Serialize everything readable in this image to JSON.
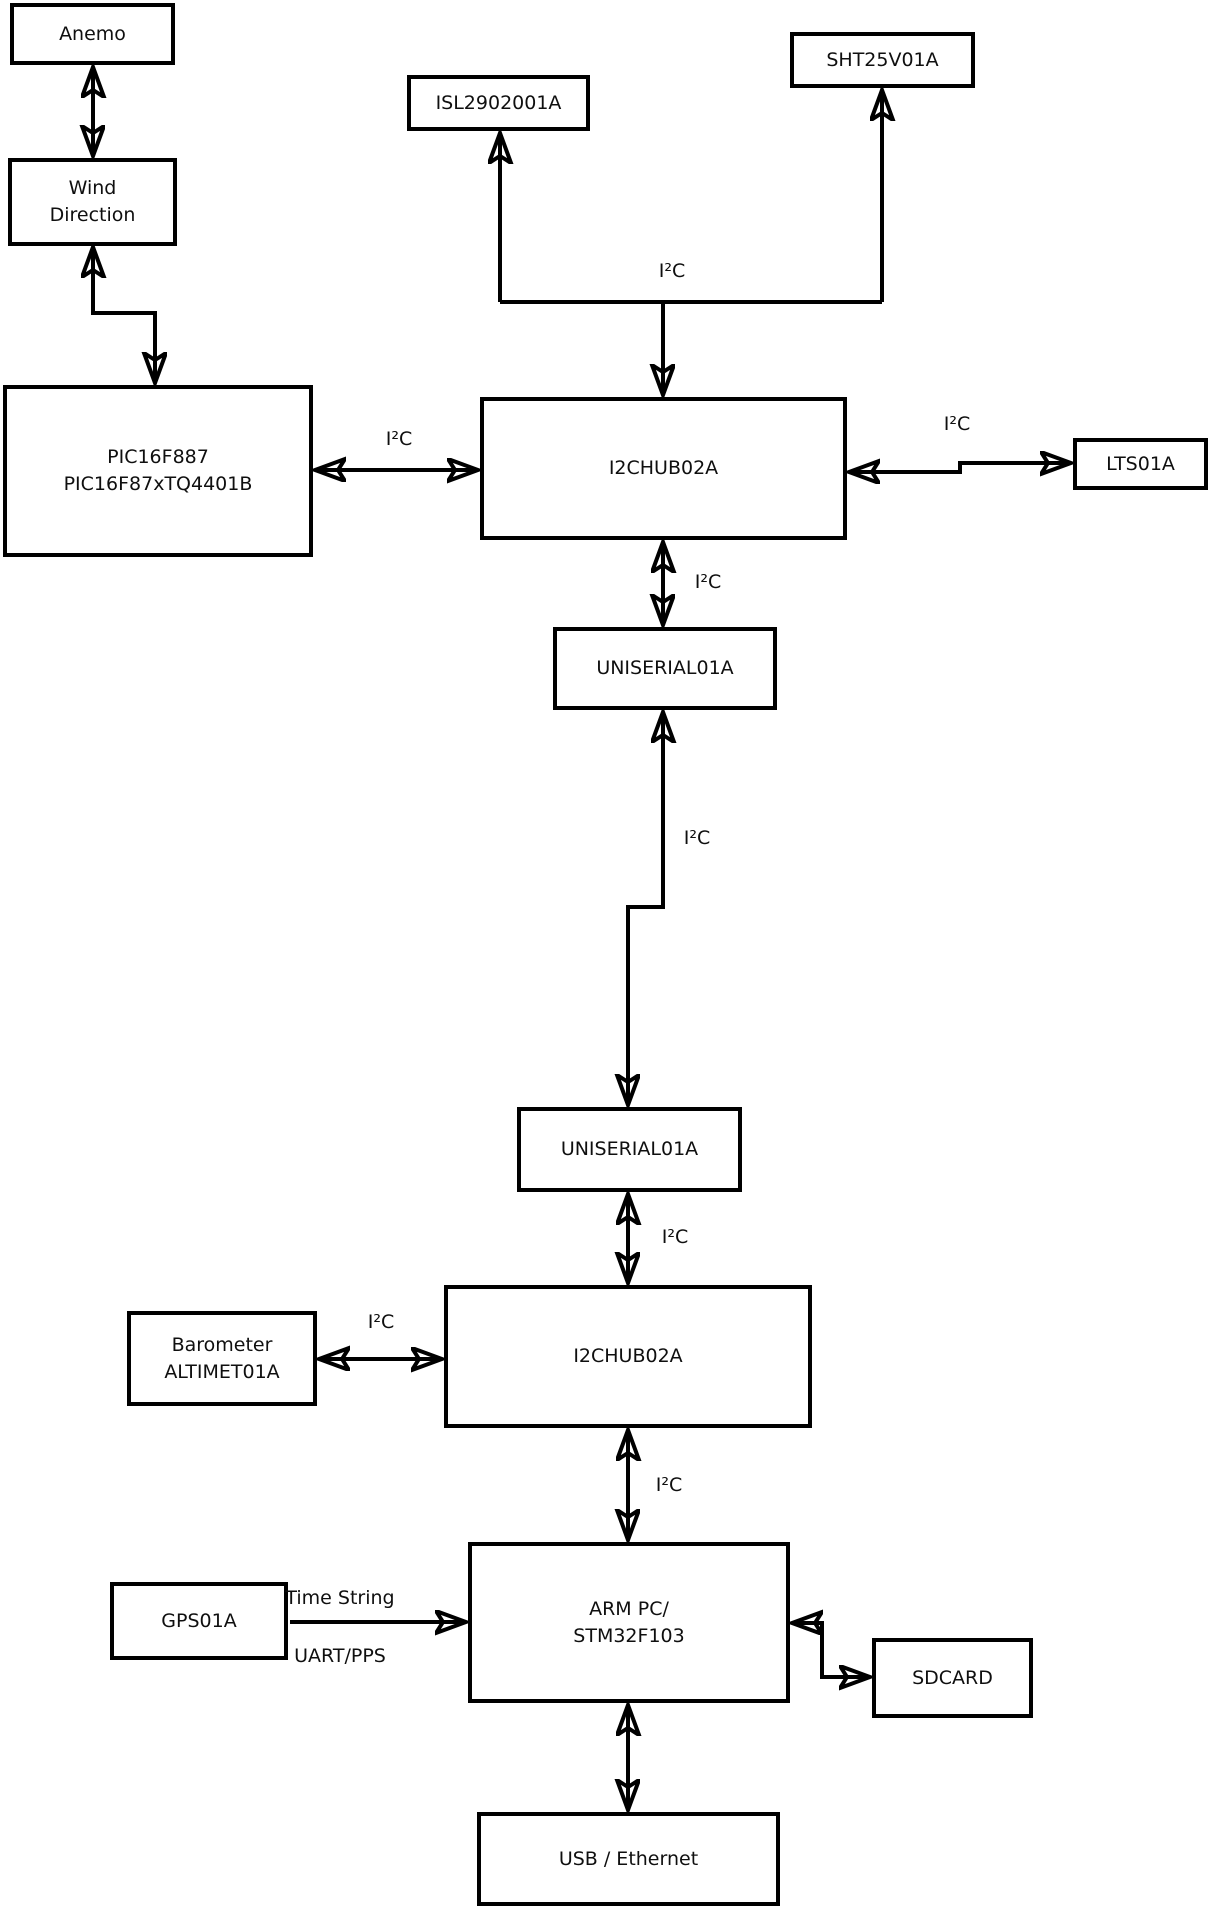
{
  "nodes": {
    "anemo": {
      "label": "Anemo"
    },
    "wind_direction": {
      "line1": "Wind",
      "line2": "Direction"
    },
    "pic": {
      "line1": "PIC16F887",
      "line2": "PIC16F87xTQ4401B"
    },
    "isl": {
      "label": "ISL2902001A"
    },
    "sht": {
      "label": "SHT25V01A"
    },
    "i2chub_top": {
      "label": "I2CHUB02A"
    },
    "lts": {
      "label": "LTS01A"
    },
    "uniserial_top": {
      "label": "UNISERIAL01A"
    },
    "uniserial_bottom": {
      "label": "UNISERIAL01A"
    },
    "i2chub_bottom": {
      "label": "I2CHUB02A"
    },
    "barometer": {
      "line1": "Barometer",
      "line2": "ALTIMET01A"
    },
    "gps": {
      "label": "GPS01A"
    },
    "arm_pc": {
      "line1": "ARM PC/",
      "line2": "STM32F103"
    },
    "sdcard": {
      "label": "SDCARD"
    },
    "usb_ethernet": {
      "label": "USB / Ethernet"
    }
  },
  "edge_labels": {
    "i2c_top_bus": "I²C",
    "i2c_pic_hub": "I²C",
    "i2c_hub_lts": "I²C",
    "i2c_hub_uniserial": "I²C",
    "i2c_uniserial_link": "I²C",
    "i2c_uniserial_hub2": "I²C",
    "i2c_barometer_hub2": "I²C",
    "i2c_hub2_arm": "I²C",
    "gps_time_string": "Time String",
    "gps_uart_pps": "UART/PPS"
  },
  "colors": {
    "line": "#000000",
    "box_fill": "#ffffff",
    "background": "#ffffff"
  }
}
